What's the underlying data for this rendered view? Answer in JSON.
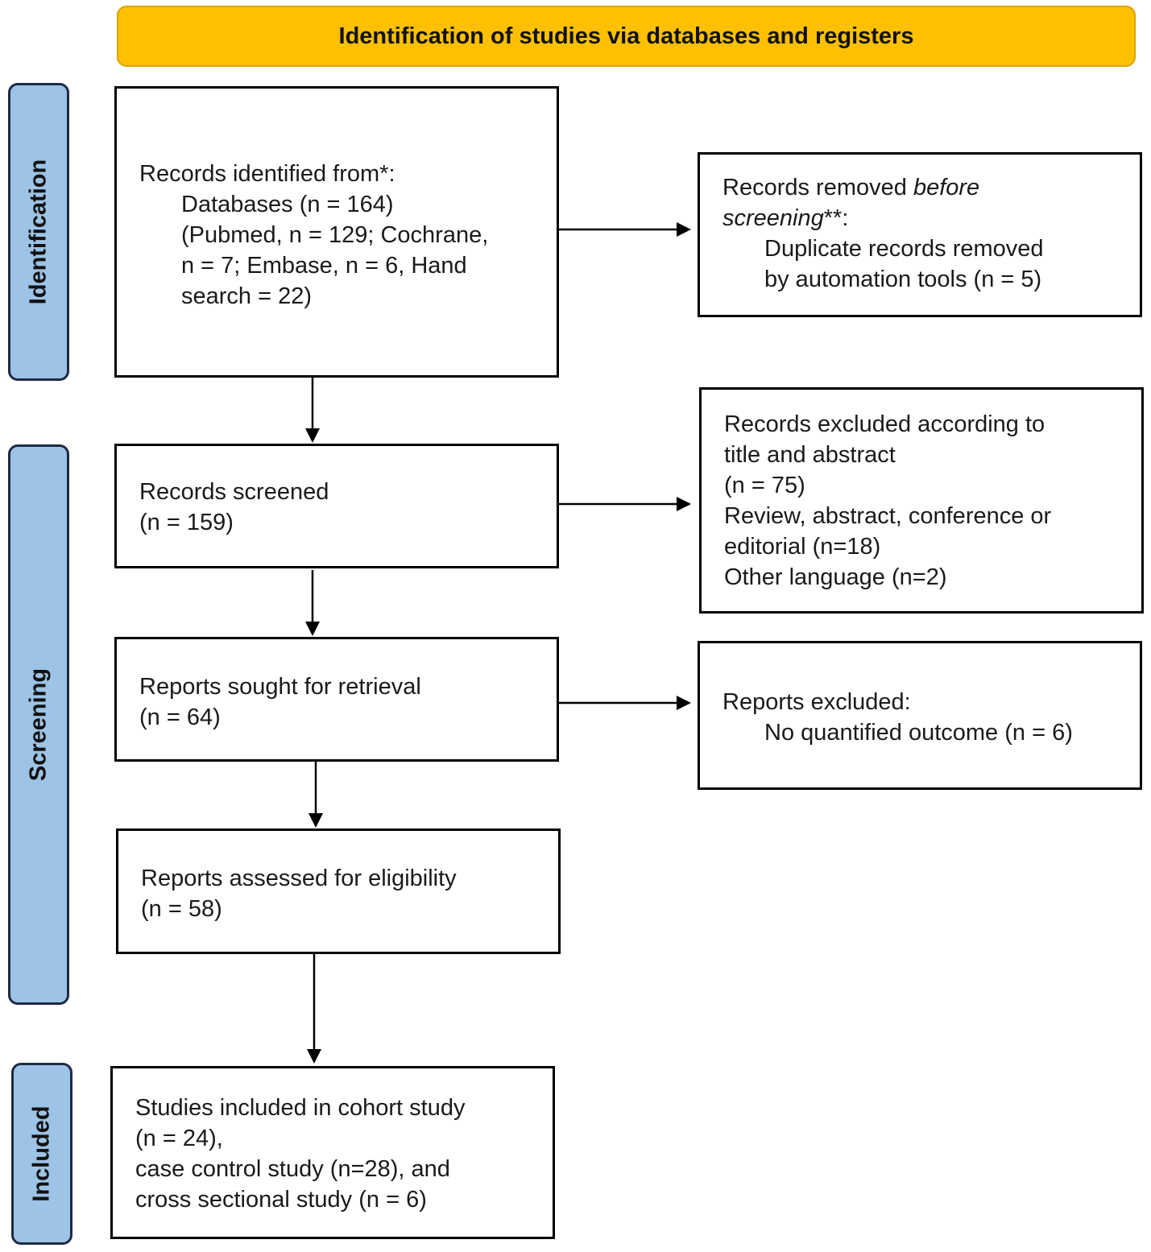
{
  "banner": {
    "title": "Identification of studies via databases and registers"
  },
  "phases": {
    "identification": "Identification",
    "screening": "Screening",
    "included": "Included"
  },
  "identified": {
    "heading": "Records identified from*:",
    "line1": "Databases (n = 164)",
    "line2": "(Pubmed, n = 129; Cochrane,",
    "line3": "n = 7; Embase, n = 6, Hand",
    "line4": "search = 22)"
  },
  "removed": {
    "heading_plain": "Records removed ",
    "heading_italic": "before",
    "line2_italic": "screening",
    "line2_suffix": "**:",
    "line3": "Duplicate records removed",
    "line4": "by automation tools (n = 5)"
  },
  "screened": {
    "line1": "Records screened",
    "line2": "(n = 159)"
  },
  "excluded": {
    "line1": "Records excluded according to",
    "line2": "title and abstract",
    "line3": "(n = 75)",
    "line4": "Review, abstract, conference or",
    "line5": "editorial (n=18)",
    "line6": "Other language (n=2)"
  },
  "sought": {
    "line1": "Reports sought for retrieval",
    "line2": "(n = 64)"
  },
  "reports_excluded": {
    "line1": "Reports excluded:",
    "line2": "No quantified outcome (n = 6)"
  },
  "assessed": {
    "line1": "Reports assessed for eligibility",
    "line2": "(n = 58)"
  },
  "included": {
    "line1": "Studies included in cohort study",
    "line2": "(n = 24),",
    "line3": "case control study (n=28), and",
    "line4": "cross sectional study (n = 6)"
  }
}
